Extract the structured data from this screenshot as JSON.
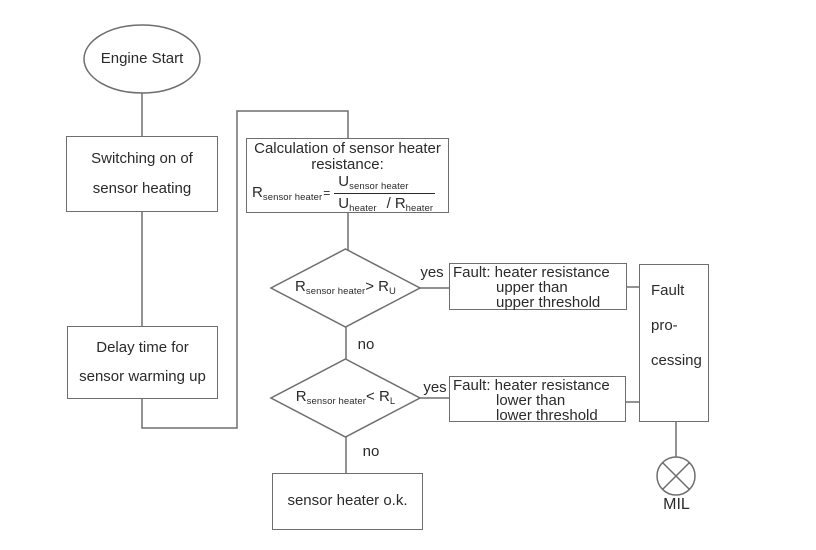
{
  "colors": {
    "background": "#ffffff",
    "line": "#6e6e6e",
    "text": "#2a2a2a"
  },
  "nodes": {
    "start": {
      "label": "Engine Start"
    },
    "switching": {
      "line1": "Switching on of",
      "line2": "sensor heating"
    },
    "delay": {
      "line1": "Delay time for",
      "line2": "sensor warming up"
    },
    "calc": {
      "title1": "Calculation of sensor heater",
      "title2": "resistance:",
      "lhs_base": "R",
      "lhs_sub": "sensor heater",
      "equals": "=",
      "num_base": "U",
      "num_sub": "sensor heater",
      "den1_base": "U",
      "den1_sub": "heater",
      "den_slash": "/",
      "den2_base": "R",
      "den2_sub": "heater"
    },
    "decision_upper": {
      "base": "R",
      "sub": "sensor heater",
      "op": ">",
      "rhs_base": "R",
      "rhs_sub": "U"
    },
    "decision_lower": {
      "base": "R",
      "sub": "sensor heater",
      "op": "<",
      "rhs_base": "R",
      "rhs_sub": "L"
    },
    "fault_upper": {
      "line1": "Fault: heater resistance",
      "line2": "upper than",
      "line3": "upper threshold"
    },
    "fault_lower": {
      "line1": "Fault: heater resistance",
      "line2": "lower than",
      "line3": "lower threshold"
    },
    "fault_processing": {
      "line1": "Fault",
      "line2": "pro-",
      "line3": "cessing"
    },
    "ok": {
      "label": "sensor heater o.k."
    },
    "mil": {
      "label": "MIL"
    }
  },
  "edge_labels": {
    "upper_yes": "yes",
    "upper_no": "no",
    "lower_yes": "yes",
    "lower_no": "no"
  }
}
